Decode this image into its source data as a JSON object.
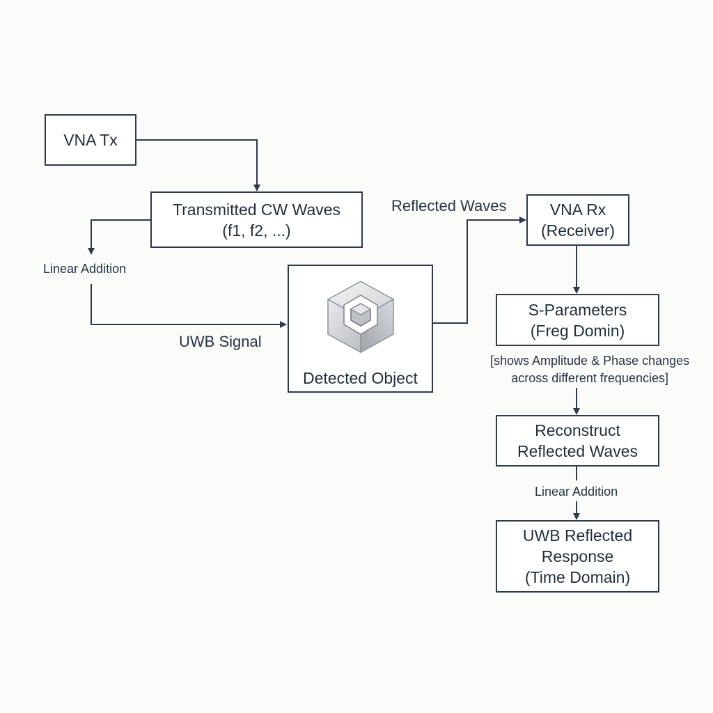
{
  "nodes": {
    "vna_tx": {
      "label": "VNA Tx"
    },
    "transmitted": {
      "line1": "Transmitted CW Waves",
      "line2": "(f1, f2, ...)"
    },
    "detected_object": {
      "label": "Detected Object",
      "icon": "cube-icon"
    },
    "vna_rx": {
      "line1": "VNA Rx",
      "line2": "(Receiver)"
    },
    "s_parameters": {
      "line1": "S-Parameters",
      "line2": "(Freg Domin)"
    },
    "reconstruct": {
      "line1": "Reconstruct",
      "line2": "Reflected Waves"
    },
    "uwb_response": {
      "line1": "UWB Reflected",
      "line2": "Response",
      "line3": "(Time Domain)"
    }
  },
  "edge_labels": {
    "linear_addition_left": "Linear Addition",
    "uwb_signal": "UWB Signal",
    "reflected_waves": "Reflected Waves",
    "linear_addition_right": "Linear Addition"
  },
  "annotations": {
    "s_param_note": {
      "line1": "[shows Amplitude & Phase changes",
      "line2": "across different frequencies]"
    }
  },
  "colors": {
    "line": "#2c3a4a",
    "text": "#1f2e3f",
    "background": "#fbfbfa"
  }
}
